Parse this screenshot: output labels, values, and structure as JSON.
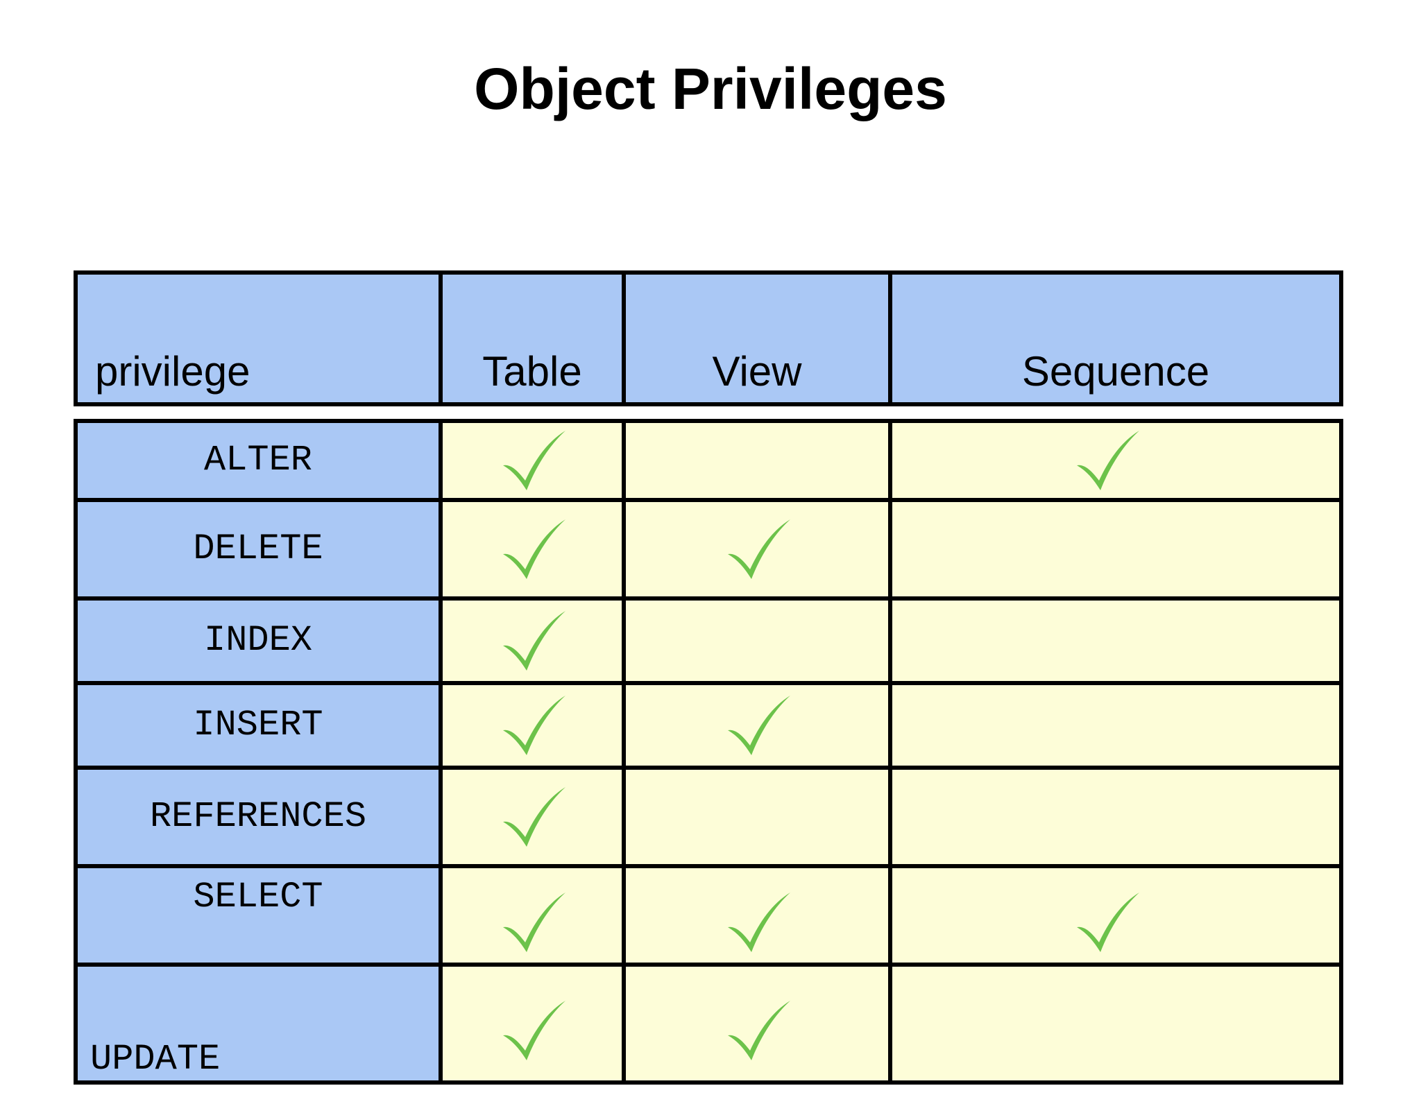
{
  "title": "Object Privileges",
  "colors": {
    "header_fill": "#aac8f5",
    "body_fill": "#fdfdd8",
    "check": "#6cc24a",
    "border": "#000000"
  },
  "columns": [
    "privilege",
    "Table",
    "View",
    "Sequence"
  ],
  "check_icon": "check-mark-icon",
  "rows": [
    {
      "privilege": "ALTER",
      "Table": true,
      "View": false,
      "Sequence": true
    },
    {
      "privilege": "DELETE",
      "Table": true,
      "View": true,
      "Sequence": false
    },
    {
      "privilege": "INDEX",
      "Table": true,
      "View": false,
      "Sequence": false
    },
    {
      "privilege": "INSERT",
      "Table": true,
      "View": true,
      "Sequence": false
    },
    {
      "privilege": "REFERENCES",
      "Table": true,
      "View": false,
      "Sequence": false
    },
    {
      "privilege": "SELECT",
      "Table": true,
      "View": true,
      "Sequence": true
    },
    {
      "privilege": "UPDATE",
      "Table": true,
      "View": true,
      "Sequence": false
    }
  ]
}
